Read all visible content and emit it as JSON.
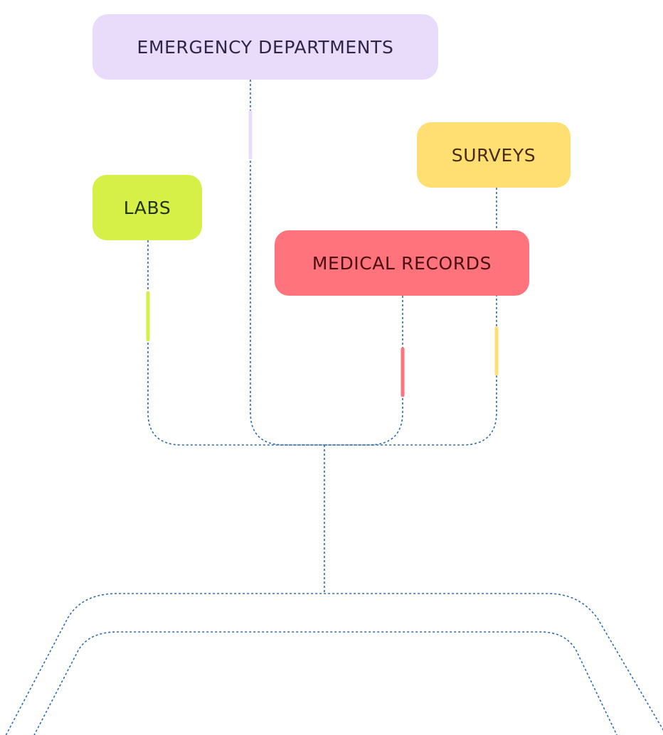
{
  "diagram": {
    "sources": [
      {
        "id": "emergency-departments",
        "label": "EMERGENCY DEPARTMENTS",
        "color": "#e9dcfb",
        "text_color": "#2f2547"
      },
      {
        "id": "surveys",
        "label": "SURVEYS",
        "color": "#ffdf72",
        "text_color": "#4a2a0e"
      },
      {
        "id": "labs",
        "label": "LABS",
        "color": "#d7f047",
        "text_color": "#1f3312"
      },
      {
        "id": "medical-records",
        "label": "MEDICAL RECORDS",
        "color": "#ff737d",
        "text_color": "#4a0d12"
      }
    ],
    "connector_color": "#2e6bb0"
  }
}
